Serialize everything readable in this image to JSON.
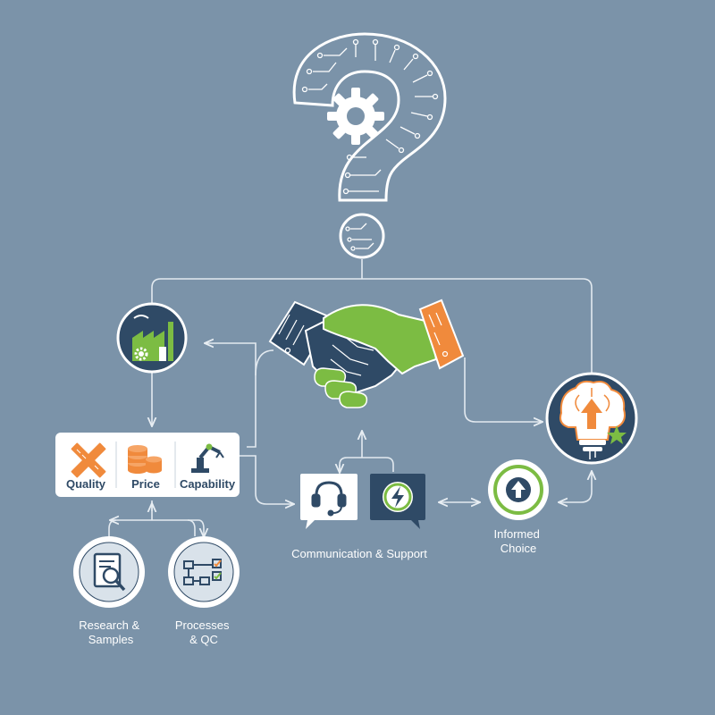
{
  "colors": {
    "background": "#7b93a9",
    "navy": "#2f4a66",
    "orange": "#f08a3c",
    "green": "#7cbc43",
    "white": "#ffffff",
    "line": "#dfe7ee"
  },
  "criteria_card": {
    "quality_label": "Quality",
    "price_label": "Price",
    "capability_label": "Capability"
  },
  "nodes": {
    "research_label": "Research &\nSamples",
    "processes_label": "Processes\n& QC",
    "communication_label": "Communication & Support",
    "informed_choice_label": "Informed\nChoice"
  },
  "icons": [
    "question-mark-circuit-icon",
    "gear-icon",
    "factory-icon",
    "handshake-icon",
    "crossed-rulers-icon",
    "coin-stack-icon",
    "robot-arm-icon",
    "headset-chat-icon",
    "lightning-chat-icon",
    "up-arrow-icon",
    "lightbulb-brain-icon",
    "star-icon",
    "document-magnifier-icon",
    "flowchart-checklist-icon"
  ]
}
